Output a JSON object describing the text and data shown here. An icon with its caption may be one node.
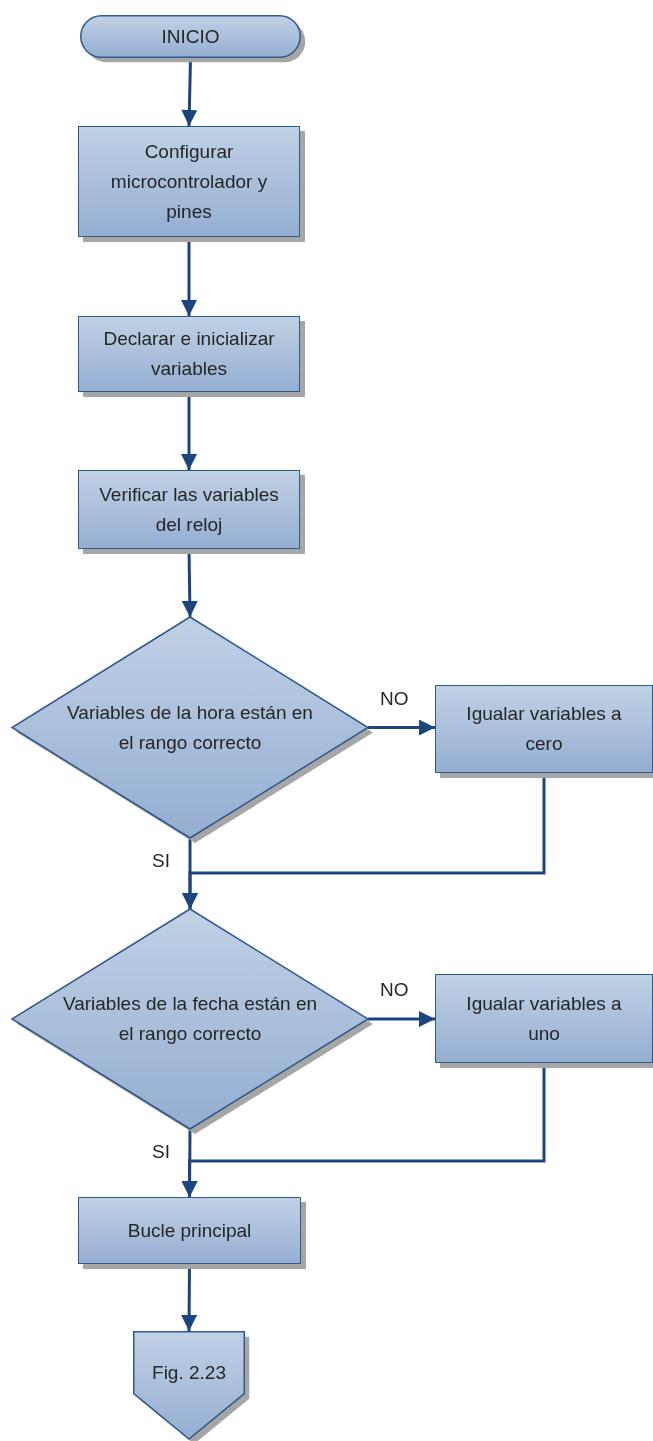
{
  "diagram": {
    "nodes": [
      {
        "text": [
          "INICIO"
        ]
      },
      {
        "text": [
          "Configurar microcontrolador y pines"
        ]
      },
      {
        "text": [
          "Declarar e inicializar variables"
        ]
      },
      {
        "text": [
          "Verificar las variables del reloj"
        ]
      },
      {
        "text": [
          "Variables de la hora están en el rango correcto"
        ]
      },
      {
        "text": [
          "Igualar variables a cero"
        ]
      },
      {
        "text": [
          "Variables de la fecha están en el rango correcto"
        ]
      },
      {
        "text": [
          "Igualar variables a uno"
        ]
      },
      {
        "text": [
          "Bucle principal"
        ]
      },
      {
        "text": [
          "Fig. 2.23"
        ]
      }
    ],
    "edges": [
      {
        "from": 0,
        "to": 1,
        "arrow": "to"
      },
      {
        "from": 1,
        "to": 2,
        "arrow": "to"
      },
      {
        "from": 2,
        "to": 3,
        "arrow": "to"
      },
      {
        "from": 3,
        "to": 4,
        "arrow": "to"
      },
      {
        "from": 4,
        "to": 5,
        "arrow": "to",
        "label": "NO"
      },
      {
        "from": 4,
        "to": 6,
        "arrow": "to",
        "label": "SI"
      },
      {
        "from": 5,
        "to": 6,
        "arrow": "to"
      },
      {
        "from": 6,
        "to": 7,
        "arrow": "to",
        "label": "NO"
      },
      {
        "from": 6,
        "to": 8,
        "arrow": "to",
        "label": "SI"
      },
      {
        "from": 7,
        "to": 8,
        "arrow": "to"
      },
      {
        "from": 8,
        "to": 9,
        "arrow": "to"
      }
    ]
  }
}
